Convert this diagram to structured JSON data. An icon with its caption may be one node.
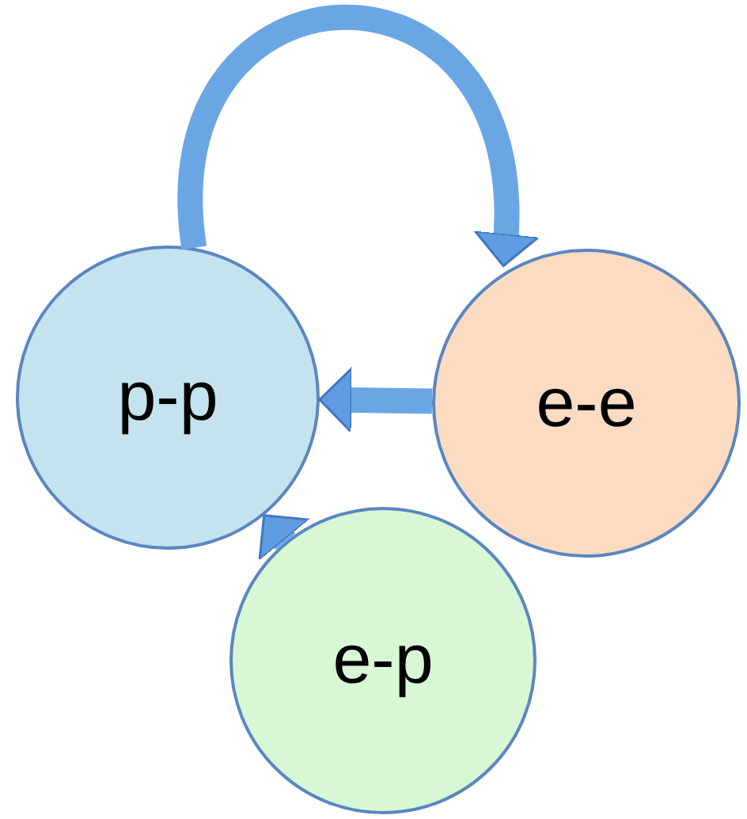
{
  "diagram": {
    "nodes": [
      {
        "text": [
          "p-p"
        ]
      },
      {
        "text": [
          "e-e"
        ]
      },
      {
        "text": [
          "e-p"
        ]
      }
    ],
    "edges": [
      {
        "from": 0,
        "to": 1,
        "arrow": "to"
      },
      {
        "from": 1,
        "to": 0,
        "arrow": "to"
      },
      {
        "from": 2,
        "to": 0,
        "arrow": "to"
      }
    ]
  }
}
